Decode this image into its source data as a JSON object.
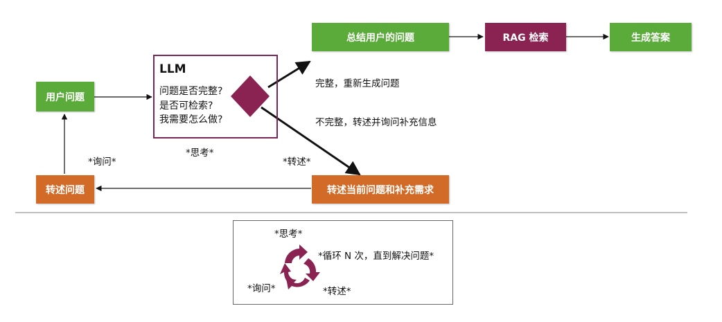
{
  "nodes": {
    "user_question": "用户问题",
    "summarize": "总结用户的问题",
    "rag": "RAG 检索",
    "answer": "生成答案",
    "restate_q": "转述问题",
    "restate_cur": "转述当前问题和补充需求"
  },
  "llm": {
    "title": "LLM",
    "lines": [
      "问题是否完整?",
      "是否可检索?",
      "我需要怎么做?"
    ]
  },
  "edge_labels": {
    "complete": "完整，重新生成问题",
    "incomplete": "不完整，转述并询问补充信息",
    "think": "*思考*",
    "restate": "*转述*",
    "ask": "*询问*"
  },
  "legend": {
    "think": "*思考*",
    "loop": "*循环 N 次，直到解决问题*",
    "ask": "*询问*",
    "restate": "*转述*"
  },
  "colors": {
    "green": "#5aab3a",
    "orange": "#d26a28",
    "purple": "#8a2252"
  }
}
